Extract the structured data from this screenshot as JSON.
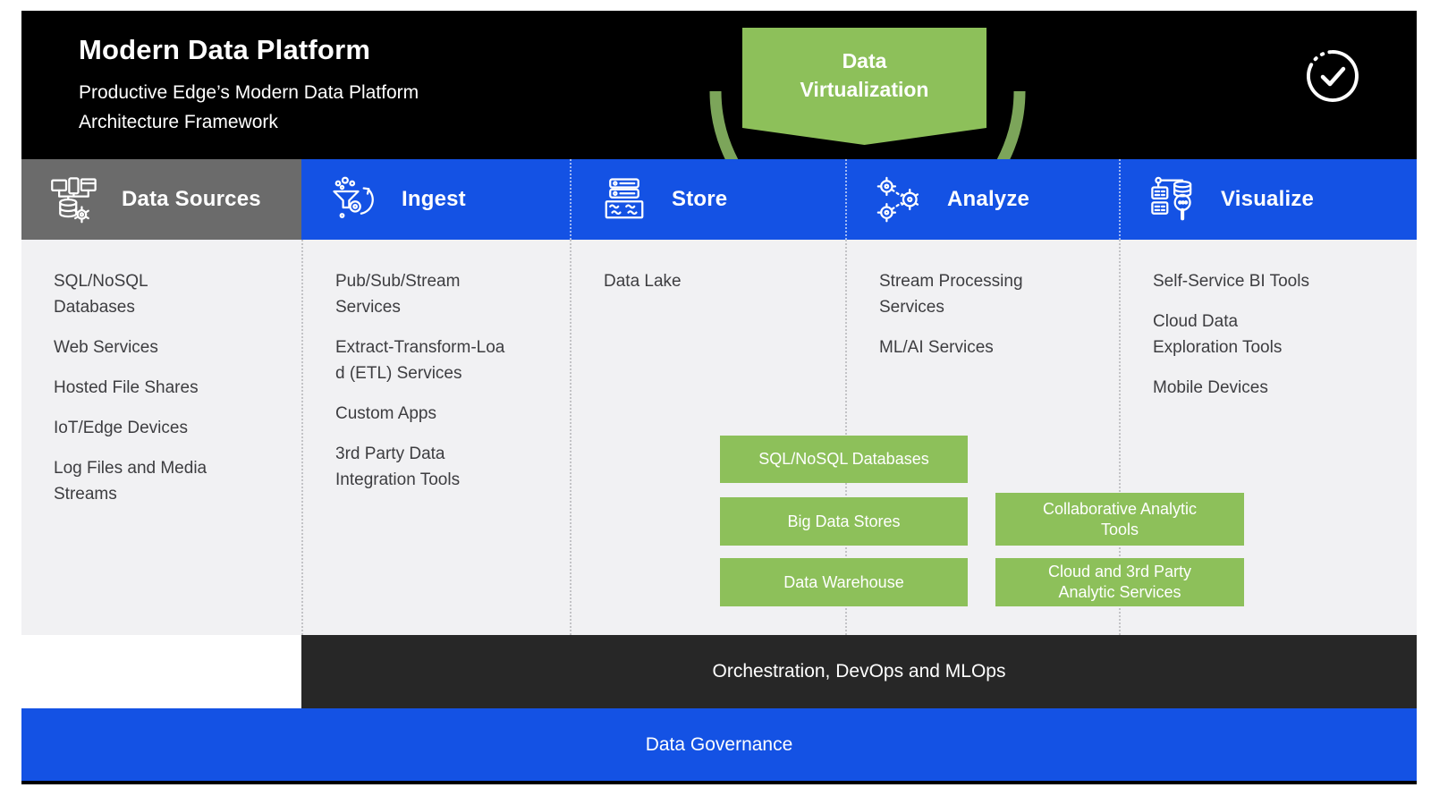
{
  "header": {
    "title": "Modern Data Platform",
    "subtitle": "Productive Edge’s Modern Data Platform\nArchitecture Framework"
  },
  "banner": {
    "label": "Data\nVirtualization"
  },
  "status_icon": "check-circle-icon",
  "pipeline": {
    "columns": [
      {
        "label": "Data Sources",
        "icon": "devices-database-icon",
        "items": [
          "SQL/NoSQL\nDatabases",
          "Web Services",
          "Hosted File Shares",
          "IoT/Edge Devices",
          "Log Files and Media\nStreams"
        ]
      },
      {
        "label": "Ingest",
        "icon": "funnel-gear-icon",
        "items": [
          "Pub/Sub/Stream\nServices",
          "Extract-Transform-Loa\nd (ETL) Services",
          "Custom Apps",
          "3rd Party Data\nIntegration Tools"
        ]
      },
      {
        "label": "Store",
        "icon": "server-lake-icon",
        "items": [
          "Data Lake"
        ]
      },
      {
        "label": "Analyze",
        "icon": "gears-branch-icon",
        "items": [
          "Stream Processing\nServices",
          "ML/AI Services"
        ]
      },
      {
        "label": "Visualize",
        "icon": "server-magnifier-icon",
        "items": [
          "Self-Service BI Tools",
          "Cloud Data\nExploration Tools",
          "Mobile Devices"
        ]
      }
    ]
  },
  "green_boxes": {
    "center_stack": [
      "SQL/NoSQL Databases",
      "Big Data Stores",
      "Data Warehouse"
    ],
    "right_stack": [
      "Collaborative Analytic\nTools",
      "Cloud and 3rd Party\nAnalytic Services"
    ]
  },
  "bars": {
    "orchestration": "Orchestration, DevOps and MLOps",
    "governance": "Data Governance"
  },
  "colors": {
    "brand_blue": "#1452e4",
    "header_gray": "#6b6b6b",
    "box_green": "#8dc05a",
    "arc_green": "#7ca55a",
    "dark_bar": "#272727",
    "content_bg": "#f1f1f3",
    "header_black": "#000000"
  }
}
